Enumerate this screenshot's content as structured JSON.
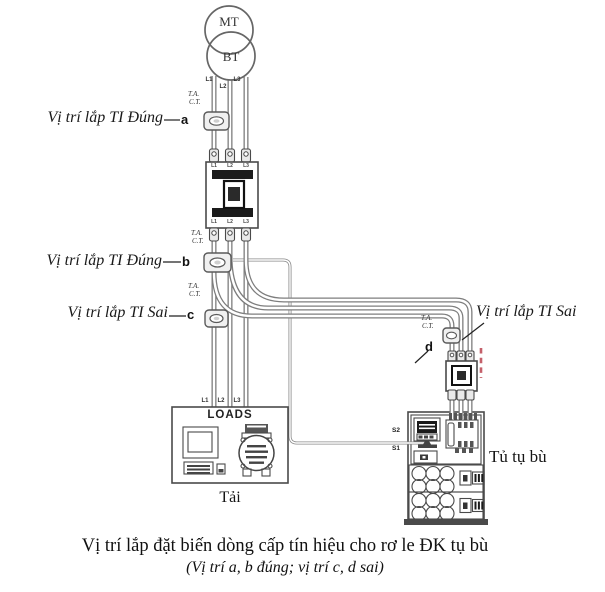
{
  "diagram": {
    "transformer": {
      "top": "MT",
      "bottom": "BT"
    },
    "ta_ct": {
      "line1": "T.A.",
      "line2": "C.T."
    },
    "phases": [
      "L1",
      "L2",
      "L3"
    ],
    "positions": {
      "a": {
        "label": "Vị trí lắp TI Đúng",
        "letter": "a"
      },
      "b": {
        "label": "Vị trí lắp TI Đúng",
        "letter": "b"
      },
      "c": {
        "label": "Vị trí lắp TI Sai",
        "letter": "c"
      },
      "d": {
        "label": "Vị trí lắp TI Sai",
        "letter": "d"
      }
    },
    "loads_box": {
      "title": "LOADS",
      "caption": "Tải"
    },
    "cabinet": {
      "caption": "Tủ tụ bù",
      "terminal_s2": "S2",
      "terminal_s1": "S1"
    }
  },
  "caption": {
    "line1": "Vị trí lắp đặt biến dòng cấp tín hiệu cho rơ le ĐK tụ bù",
    "line2": "(Vị trí a, b đúng; vị trí c, d sai)"
  },
  "colors": {
    "wire": "#7d7d7d",
    "outline": "#4a4a4a",
    "accent_dashed": "#c4606a",
    "background": "#ffffff"
  }
}
